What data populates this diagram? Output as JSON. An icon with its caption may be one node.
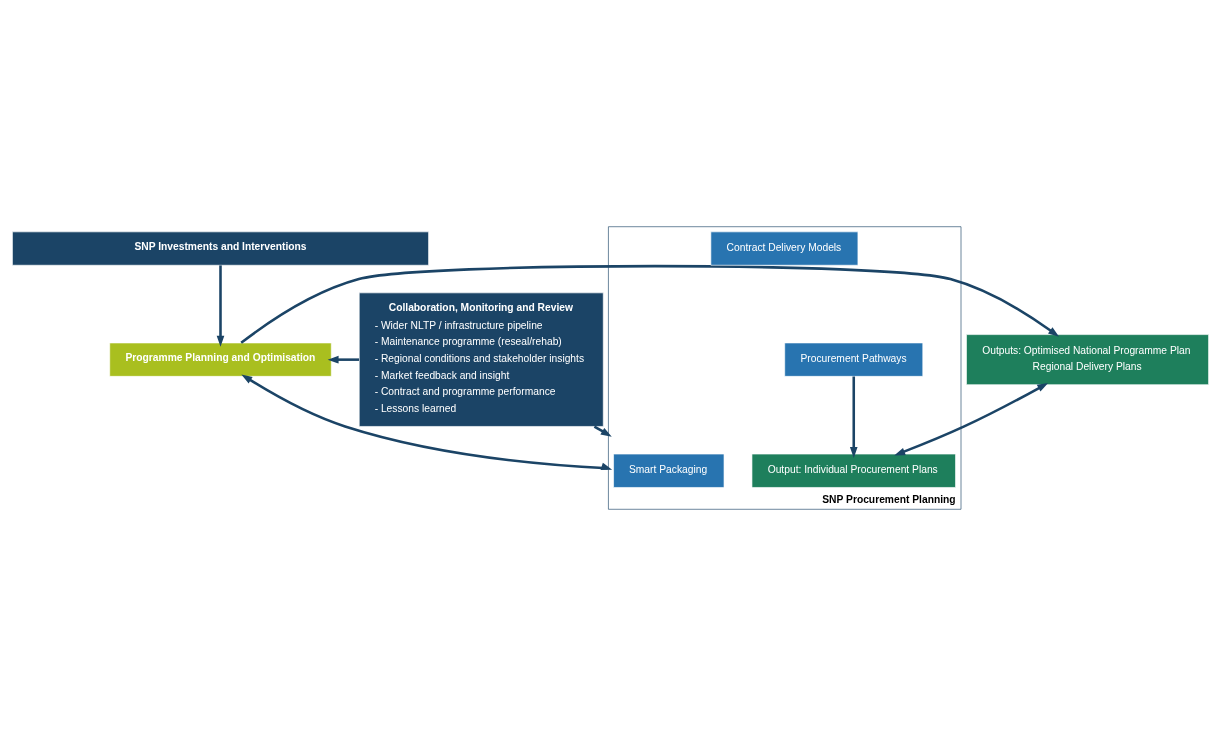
{
  "diagram": {
    "nodes": [
      {
        "text": [
          "SNP Investments and Interventions"
        ]
      },
      {
        "text": [
          "Programme Planning and Optimisation"
        ]
      },
      {
        "text": [
          "Outputs: Optimised National Programme Plan",
          "Regional Delivery Plans"
        ]
      },
      {
        "text": [
          "Collaboration, Monitoring and Review",
          "- Wider NLTP / infrastructure pipeline",
          "- Maintenance programme (reseal/rehab)",
          "- Regional conditions and stakeholder insights",
          "- Market feedback and insight",
          "- Contract and programme performance",
          "- Lessons learned"
        ]
      },
      {
        "text": [
          "SNP Procurement Planning"
        ]
      },
      {
        "text": [
          "Smart Packaging"
        ],
        "in": 4
      },
      {
        "text": [
          "Procurement Pathways"
        ],
        "in": 4
      },
      {
        "text": [
          "Contract Delivery Models"
        ],
        "in": 4
      },
      {
        "text": [
          "Output: Individual Procurement Plans"
        ],
        "in": 4
      }
    ],
    "edges": [
      {
        "from": 0,
        "to": 1,
        "arrow": "to"
      },
      {
        "from": 3,
        "to": 1,
        "arrow": "to"
      },
      {
        "from": 1,
        "to": 2,
        "arrow": "to"
      },
      {
        "from": 1,
        "to": 4,
        "arrow": "both"
      },
      {
        "from": 2,
        "to": 8,
        "arrow": "both"
      },
      {
        "from": 3,
        "to": 4,
        "arrow": "to"
      },
      {
        "from": 6,
        "to": 8,
        "arrow": "to"
      }
    ]
  }
}
